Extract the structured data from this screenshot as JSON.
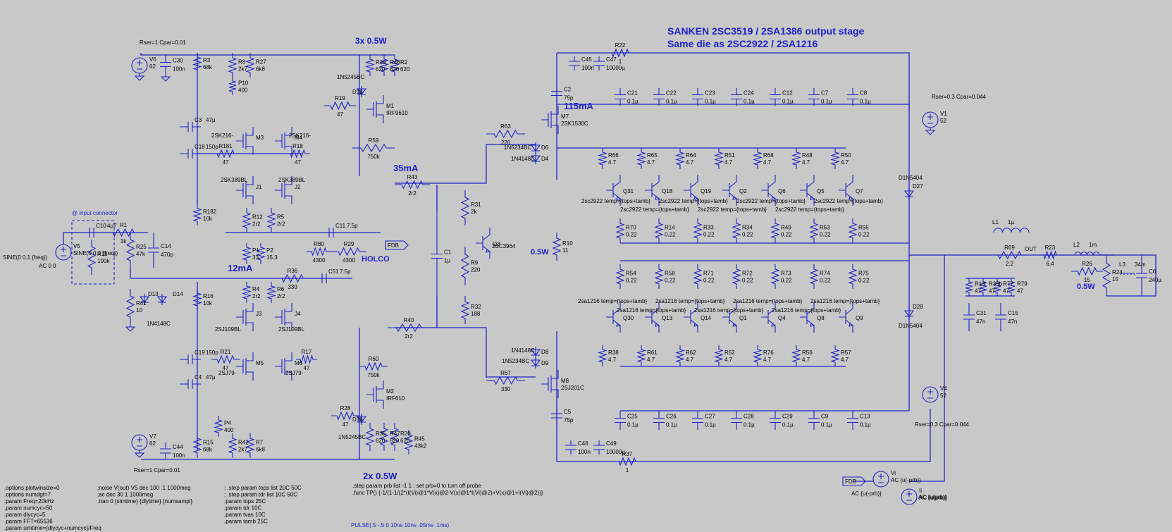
{
  "title_lines": [
    "SANKEN 2SC3519 / 2SA1386 output stage",
    "Same die as 2SC2922 / 2SA1216"
  ],
  "annotations": [
    "3x 0.5W",
    "115mA",
    "35mA",
    "12mA",
    "0.5W",
    "0.5W",
    "2x 0.5W",
    "HOLCO",
    "@ input connector"
  ],
  "net_labels": [
    "FDB",
    "FDB",
    "OUT"
  ],
  "source_params": [
    {
      "ref": "V6",
      "text": "Rser=1 Cpar=0.01"
    },
    {
      "ref": "V7",
      "text": "Rser=1 Cpar=0.01"
    },
    {
      "ref": "V1",
      "text": "Rser=0.3 Cpar=0.044"
    },
    {
      "ref": "V4",
      "text": "Rser=0.3 Cpar=0.044"
    }
  ],
  "resistors": [
    {
      "ref": "R3",
      "value": "68k"
    },
    {
      "ref": "R8",
      "value": "2k7"
    },
    {
      "ref": "R27",
      "value": "6k8"
    },
    {
      "ref": "P10",
      "value": "400"
    },
    {
      "ref": "R39",
      "value": "620"
    },
    {
      "ref": "R46",
      "value": "620"
    },
    {
      "ref": "R2",
      "value": "620"
    },
    {
      "ref": "R19",
      "value": "47"
    },
    {
      "ref": "R59",
      "value": "750k"
    },
    {
      "ref": "R181",
      "value": "47"
    },
    {
      "ref": "R18",
      "value": "47"
    },
    {
      "ref": "R182",
      "value": "10k"
    },
    {
      "ref": "R12",
      "value": "2r2"
    },
    {
      "ref": "R5",
      "value": "2r2"
    },
    {
      "ref": "R1",
      "value": "1k"
    },
    {
      "ref": "R25",
      "value": "47k"
    },
    {
      "ref": "R11",
      "value": "100k"
    },
    {
      "ref": "P1",
      "value": "33"
    },
    {
      "ref": "P2",
      "value": "15.3"
    },
    {
      "ref": "R80",
      "value": "4300"
    },
    {
      "ref": "R29",
      "value": "4300"
    },
    {
      "ref": "R36",
      "value": "330"
    },
    {
      "ref": "R41",
      "value": "10"
    },
    {
      "ref": "R16",
      "value": "10k"
    },
    {
      "ref": "R4",
      "value": "2r2"
    },
    {
      "ref": "R6",
      "value": "2r2"
    },
    {
      "ref": "R21",
      "value": "47"
    },
    {
      "ref": "R17",
      "value": "47"
    },
    {
      "ref": "P4",
      "value": "400"
    },
    {
      "ref": "R42",
      "value": "2k7"
    },
    {
      "ref": "R7",
      "value": "6k8"
    },
    {
      "ref": "R15",
      "value": "68k"
    },
    {
      "ref": "R60",
      "value": "750k"
    },
    {
      "ref": "R28",
      "value": "47"
    },
    {
      "ref": "R35",
      "value": "620"
    },
    {
      "ref": "R47",
      "value": "620"
    },
    {
      "ref": "R20",
      "value": "620"
    },
    {
      "ref": "R45",
      "value": "43k2"
    },
    {
      "ref": "R43",
      "value": "2r2"
    },
    {
      "ref": "R40",
      "value": "2r2"
    },
    {
      "ref": "R31",
      "value": "2k"
    },
    {
      "ref": "R9",
      "value": "220"
    },
    {
      "ref": "R32",
      "value": "188"
    },
    {
      "ref": "R63",
      "value": "220"
    },
    {
      "ref": "R67",
      "value": "330"
    },
    {
      "ref": "R10",
      "value": "11"
    },
    {
      "ref": "R22",
      "value": "1"
    },
    {
      "ref": "R37",
      "value": "1"
    },
    {
      "ref": "R66",
      "value": "4.7"
    },
    {
      "ref": "R65",
      "value": "4.7"
    },
    {
      "ref": "R64",
      "value": "4.7"
    },
    {
      "ref": "R51",
      "value": "4.7"
    },
    {
      "ref": "R68",
      "value": "4.7"
    },
    {
      "ref": "R48",
      "value": "4.7"
    },
    {
      "ref": "R50",
      "value": "4.7"
    },
    {
      "ref": "R70",
      "value": "0.22"
    },
    {
      "ref": "R14",
      "value": "0.22"
    },
    {
      "ref": "R33",
      "value": "0.22"
    },
    {
      "ref": "R34",
      "value": "0.22"
    },
    {
      "ref": "R49",
      "value": "0.22"
    },
    {
      "ref": "R53",
      "value": "0.22"
    },
    {
      "ref": "R55",
      "value": "0.22"
    },
    {
      "ref": "R54",
      "value": "0.22"
    },
    {
      "ref": "R58",
      "value": "0.22"
    },
    {
      "ref": "R71",
      "value": "0.22"
    },
    {
      "ref": "R72",
      "value": "0.22"
    },
    {
      "ref": "R73",
      "value": "0.22"
    },
    {
      "ref": "R74",
      "value": "0.22"
    },
    {
      "ref": "R75",
      "value": "0.22"
    },
    {
      "ref": "R38",
      "value": "4.7"
    },
    {
      "ref": "R61",
      "value": "4.7"
    },
    {
      "ref": "R62",
      "value": "4.7"
    },
    {
      "ref": "R52",
      "value": "4.7"
    },
    {
      "ref": "R76",
      "value": "4.7"
    },
    {
      "ref": "R56",
      "value": "4.7"
    },
    {
      "ref": "R57",
      "value": "4.7"
    },
    {
      "ref": "R69",
      "value": "2.2"
    },
    {
      "ref": "R23",
      "value": "6.4"
    },
    {
      "ref": "R26",
      "value": "15"
    },
    {
      "ref": "R24",
      "value": "15"
    },
    {
      "ref": "R13",
      "value": "47"
    },
    {
      "ref": "R35b",
      "value": "47"
    },
    {
      "ref": "R77",
      "value": "47"
    },
    {
      "ref": "R79",
      "value": "47"
    }
  ],
  "capacitors": [
    {
      "ref": "C30",
      "value": "100n"
    },
    {
      "ref": "C3",
      "value": "47µ"
    },
    {
      "ref": "C18",
      "value": "150p"
    },
    {
      "ref": "C10",
      "value": "4µ7"
    },
    {
      "ref": "C14",
      "value": "470p"
    },
    {
      "ref": "C11",
      "value": "7.5p"
    },
    {
      "ref": "C51",
      "value": "7.5p"
    },
    {
      "ref": "C19",
      "value": "150p"
    },
    {
      "ref": "C4",
      "value": "47µ"
    },
    {
      "ref": "C44",
      "value": "100n"
    },
    {
      "ref": "C1",
      "value": "1µ"
    },
    {
      "ref": "C2",
      "value": "75p"
    },
    {
      "ref": "C5",
      "value": "75p"
    },
    {
      "ref": "C45",
      "value": "100n"
    },
    {
      "ref": "C47",
      "value": "10000µ"
    },
    {
      "ref": "C46",
      "value": "100n"
    },
    {
      "ref": "C49",
      "value": "10000µ"
    },
    {
      "ref": "C21",
      "value": "0.1µ"
    },
    {
      "ref": "C22",
      "value": "0.1µ"
    },
    {
      "ref": "C23",
      "value": "0.1µ"
    },
    {
      "ref": "C24",
      "value": "0.1µ"
    },
    {
      "ref": "C12",
      "value": "0.1µ"
    },
    {
      "ref": "C7",
      "value": "0.1µ"
    },
    {
      "ref": "C8",
      "value": "0.1µ"
    },
    {
      "ref": "C25",
      "value": "0.1µ"
    },
    {
      "ref": "C26",
      "value": "0.1µ"
    },
    {
      "ref": "C27",
      "value": "0.1µ"
    },
    {
      "ref": "C28",
      "value": "0.1µ"
    },
    {
      "ref": "C29",
      "value": "0.1µ"
    },
    {
      "ref": "C9",
      "value": "0.1µ"
    },
    {
      "ref": "C13",
      "value": "0.1µ"
    },
    {
      "ref": "C31",
      "value": "47n"
    },
    {
      "ref": "C15",
      "value": "47n"
    },
    {
      "ref": "C6",
      "value": "240µ"
    }
  ],
  "inductors": [
    {
      "ref": "L1",
      "value": "1µ"
    },
    {
      "ref": "L2",
      "value": "1m"
    },
    {
      "ref": "L3",
      "value": "34m"
    }
  ],
  "semis": [
    {
      "ref": "M1",
      "model": "IRF9610"
    },
    {
      "ref": "M2",
      "model": "IRF610"
    },
    {
      "ref": "M3",
      "model": "2SK216-"
    },
    {
      "ref": "M4",
      "model": "2SK216-"
    },
    {
      "ref": "M5",
      "model": "2SJ79-"
    },
    {
      "ref": "M6",
      "model": "2SJ79-"
    },
    {
      "ref": "J1",
      "model": "2SK389BL"
    },
    {
      "ref": "J2",
      "model": "2SK389BL"
    },
    {
      "ref": "J3",
      "model": "2SJ109BL"
    },
    {
      "ref": "J4",
      "model": "2SJ109BL"
    },
    {
      "ref": "Q3",
      "model": "2SC3964"
    },
    {
      "ref": "M7",
      "model": "2SK1530C"
    },
    {
      "ref": "M8",
      "model": "2SJ201C"
    },
    {
      "ref": "D18",
      "model": "1N5245BC"
    },
    {
      "ref": "D19",
      "model": "1N5245BC"
    },
    {
      "ref": "D13",
      "model": "1N4148C"
    },
    {
      "ref": "D14",
      "model": "1N4148C"
    },
    {
      "ref": "D6",
      "model": "1N5234BC"
    },
    {
      "ref": "D4",
      "model": "1N4148C"
    },
    {
      "ref": "D8",
      "model": "1N4148C"
    },
    {
      "ref": "D9",
      "model": "1N5234BC"
    },
    {
      "ref": "D27",
      "model": "D1N5404"
    },
    {
      "ref": "D28",
      "model": "D1N5404"
    }
  ],
  "npn_transistors": [
    {
      "ref": "Q31",
      "model": "2sc2922 temp={tops+tamb}"
    },
    {
      "ref": "Q18",
      "model": "2sc2922 temp={tops+tamb}"
    },
    {
      "ref": "Q19",
      "model": "2sc2922 temp={tops+tamb}"
    },
    {
      "ref": "Q2",
      "model": "2sc2922 temp={tops+tamb}"
    },
    {
      "ref": "Q6",
      "model": "2sc2922 temp={tops+tamb}"
    },
    {
      "ref": "Q5",
      "model": "2sc2922 temp={tops+tamb}"
    },
    {
      "ref": "Q7",
      "model": "2sc2922 temp={tops+tamb}"
    }
  ],
  "pnp_transistors": [
    {
      "ref": "Q30",
      "model": "2sa1216 temp={tops+tamb}"
    },
    {
      "ref": "Q13",
      "model": "2sa1216 temp={tops+tamb}"
    },
    {
      "ref": "Q14",
      "model": "2sa1216 temp={tops+tamb}"
    },
    {
      "ref": "Q1",
      "model": "2sa1216 temp={tops+tamb}"
    },
    {
      "ref": "Q4",
      "model": "2sa1216 temp={tops+tamb}"
    },
    {
      "ref": "Q8",
      "model": "2sa1216 temp={tops+tamb}"
    },
    {
      "ref": "Q9",
      "model": "2sa1216 temp={tops+tamb}"
    }
  ],
  "sources": [
    {
      "ref": "V6",
      "value": "62"
    },
    {
      "ref": "V7",
      "value": "62"
    },
    {
      "ref": "V1",
      "value": "52"
    },
    {
      "ref": "V4",
      "value": "52"
    },
    {
      "ref": "V5",
      "value": "SINE(0 0.1 {freq})",
      "ac": "AC 0 0"
    },
    {
      "ref": "Vi",
      "value": "AC {u(-prb)}"
    },
    {
      "ref": "Ii",
      "value": "AC {u(prb)}"
    }
  ],
  "directives": {
    "col1": [
      ".options plotwinsize=0",
      ".options numdgt=7",
      ".param Freq=20kHz",
      ".param numcyc=50",
      ".param dlycyc=5",
      ".param FFT=65536",
      ".param simtime={dlycyc+numcyc}/Freq"
    ],
    "col2": [
      ";noise V(out) V5 dec 100 .1 1000meg",
      ";ac dec 30 1 1000meg",
      ".tran 0 {simtime} {dlytime} {numsampl}"
    ],
    "col3": [
      "; .step param tops list 20C 50C",
      "; .step param tdr list 10C 50C",
      ".param tops 25C",
      ".param tdr 10C",
      ".param tvas 10C",
      ".param tamb 25C"
    ],
    "col4": [
      ".step param prb list -1 1 ; set prb=0 to turn off probe",
      ".func TP() {-1/(1-1/(2*(I(Vi)@1*V(x)@2-V(x)@1*I(Vi)@2)+V(x)@1+I(Vi)@2))}"
    ],
    "pulse": "PULSE(.5 -.5 0 10ns 10ns .05ms .1ms)"
  }
}
